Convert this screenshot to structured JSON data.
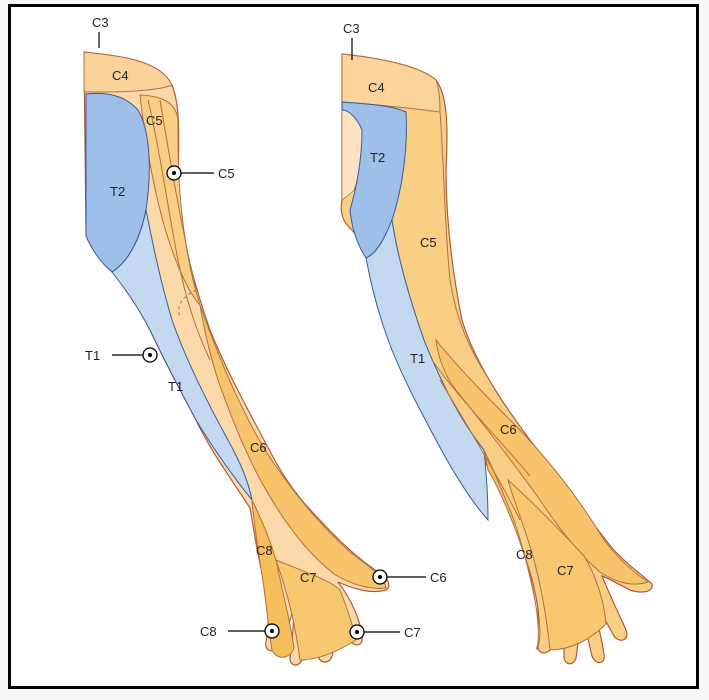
{
  "colors": {
    "skin_pale": "#fbd9a8",
    "skin_orange": "#f9cf86",
    "skin_deep": "#f6bf5a",
    "blue_light": "#c4d8f0",
    "blue_mid": "#9ebfe8",
    "outline": "#b05a3a",
    "frame": "#000000"
  },
  "left_arm": {
    "labels": {
      "c3": "C3",
      "c4": "C4",
      "c5_top": "C5",
      "t2": "T2",
      "t1": "T1",
      "c6": "C6",
      "c8": "C8",
      "c7": "C7"
    },
    "callouts": {
      "c5": "C5",
      "t1": "T1",
      "c6": "C6",
      "c8": "C8",
      "c7": "C7"
    }
  },
  "right_arm": {
    "labels": {
      "c3": "C3",
      "c4": "C4",
      "t2": "T2",
      "c5": "C5",
      "t1": "T1",
      "c6": "C6",
      "c8": "C8",
      "c7": "C7"
    }
  }
}
